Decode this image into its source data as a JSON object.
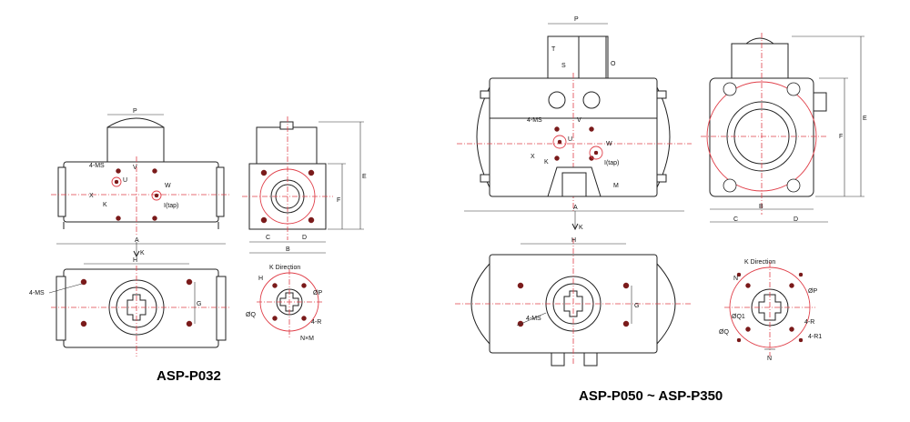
{
  "small_front": {
    "P": "P",
    "U": "U",
    "V": "V",
    "X": "X",
    "W": "W",
    "K": "K",
    "MS": "4-MS",
    "tap": "I(tap)",
    "A": "A",
    "K_arrow": "K"
  },
  "small_side": {
    "E": "E",
    "F": "F",
    "C": "C",
    "D": "D",
    "B": "B"
  },
  "small_bottom": {
    "H": "H",
    "G": "G",
    "MS": "4-MS"
  },
  "small_k": {
    "title": "K Direction",
    "H": "H",
    "Q": "ØQ",
    "R": "4-R",
    "NM": "N×M",
    "OP": "ØP"
  },
  "small_caption": "ASP-P032",
  "large_top": {
    "P": "P",
    "T": "T",
    "S": "S",
    "O": "O",
    "U": "U",
    "V": "V",
    "MS": "4-MS",
    "X": "X",
    "W": "W",
    "K": "K",
    "Mlabel": "M",
    "tap": "I(tap)",
    "A": "A",
    "K_arrow": "K",
    "H": "H"
  },
  "large_side": {
    "E": "E",
    "F": "F",
    "C": "C",
    "D": "D",
    "B": "B"
  },
  "large_bottom": {
    "H": "H",
    "G": "G",
    "MS": "4-MS"
  },
  "large_k": {
    "title": "K Direction",
    "N": "N",
    "Q1": "ØQ1",
    "Q": "ØQ",
    "R": "4-R",
    "R1": "4-R1",
    "P": "ØP"
  },
  "large_caption": "ASP-P050 ~ ASP-P350"
}
